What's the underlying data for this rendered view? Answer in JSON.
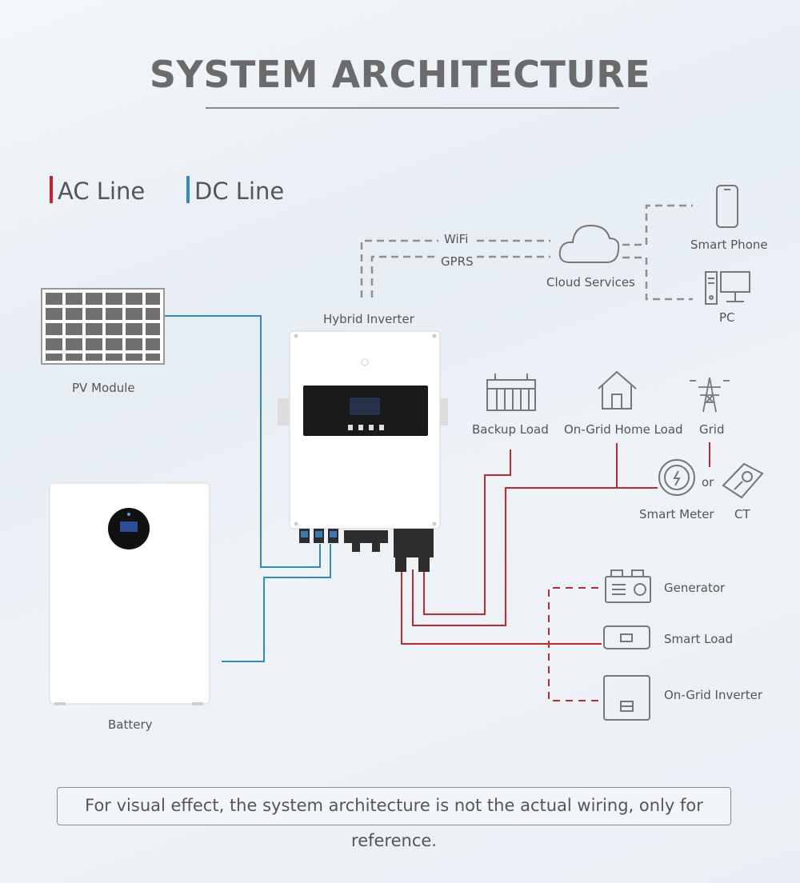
{
  "title": "SYSTEM ARCHITECTURE",
  "legend": {
    "ac": {
      "label": "AC Line",
      "color": "#c8252c"
    },
    "dc": {
      "label": "DC Line",
      "color": "#2f8bc4"
    }
  },
  "labels": {
    "wifi": "WiFi",
    "gprs": "GPRS",
    "cloud": "Cloud Services",
    "phone": "Smart Phone",
    "pc": "PC",
    "inverter": "Hybrid Inverter",
    "pv": "PV Module",
    "battery": "Battery",
    "backup_load": "Backup Load",
    "home_load": "On-Grid Home Load",
    "grid": "Grid",
    "smart_meter": "Smart Meter",
    "or": "or",
    "ct": "CT",
    "generator": "Generator",
    "smart_load": "Smart Load",
    "ongrid_inverter": "On-Grid Inverter"
  },
  "note": "For visual effect, the system architecture is not the actual wiring, only for reference."
}
